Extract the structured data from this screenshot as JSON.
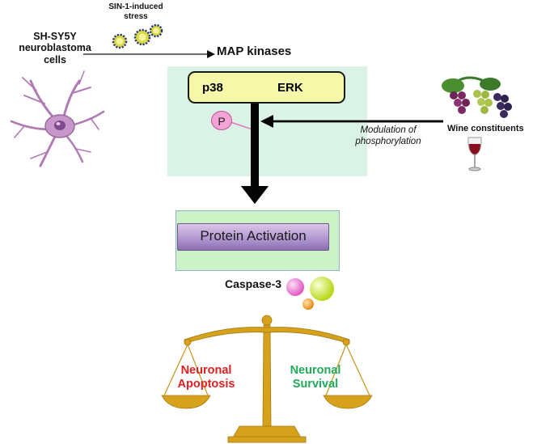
{
  "cell": {
    "label": "SH-SY5Y\nneuroblastoma\ncells"
  },
  "stress": {
    "label": "SIN-1-induced\nstress"
  },
  "pathway": {
    "map_label": "MAP kinases",
    "kinase_1": "p38",
    "kinase_2": "ERK",
    "phospho": "P"
  },
  "wine": {
    "label": "Wine constituents",
    "modulation": "Modulation of\nphosphorylation"
  },
  "activation": {
    "label": "Protein Activation"
  },
  "caspase": {
    "label": "Caspase-3"
  },
  "outcomes": {
    "apoptosis": "Neuronal\nApoptosis",
    "survival": "Neuronal\nSurvival"
  },
  "colors": {
    "panel": "#dbf3e6",
    "kinase_box": "#f6f8a9",
    "apoptosis": "#e02020",
    "survival": "#1faa58",
    "scale": "#d6a21c",
    "neuron": "#b07bb5"
  }
}
